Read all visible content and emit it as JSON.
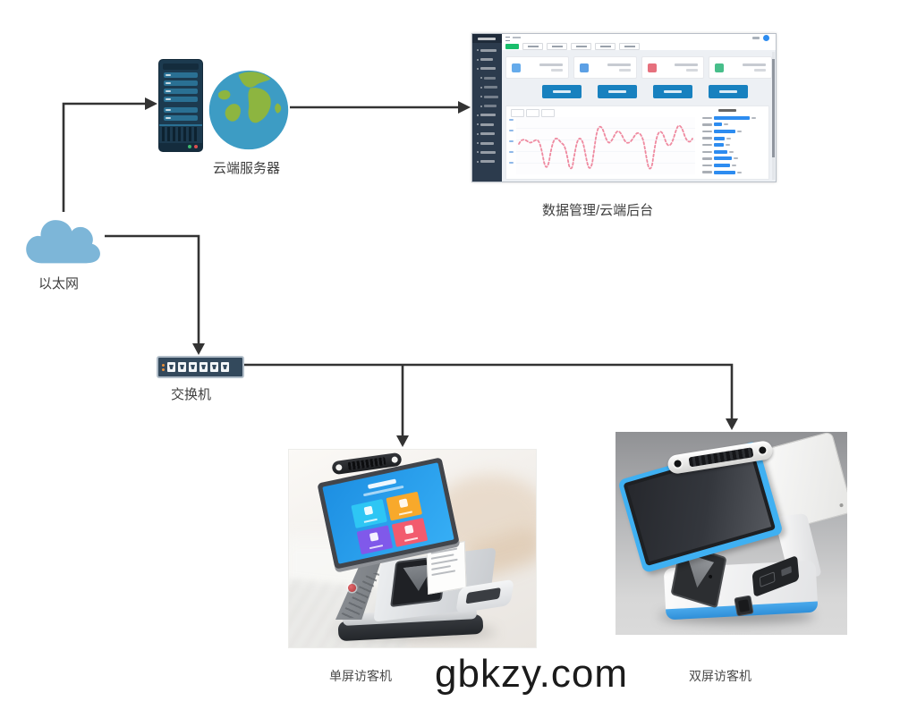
{
  "labels": {
    "cloud_server": "云端服务器",
    "backend": "数据管理/云端后台",
    "ethernet": "以太网",
    "switch": "交换机",
    "single_kiosk": "单屏访客机",
    "dual_kiosk": "双屏访客机"
  },
  "watermark": "gbkzy.com",
  "colors": {
    "line": "#333333",
    "cloud_fill": "#7db6d8",
    "globe_ocean": "#3d9cc4",
    "globe_land": "#8db540",
    "server_body": "#1c3a4f",
    "switch_body": "#33495c",
    "dashboard_accent": "#2d8cf0",
    "dashboard_tab_green": "#19be6b",
    "dashboard_button_blue": "#1881bf",
    "chart_line_pink": "#ef8aa0",
    "kiosk_edge_blue": "#3fb0f2"
  },
  "dashboard_skeleton": {
    "sidebar_item_widths": [
      18,
      14,
      17,
      13,
      15,
      16,
      14,
      17,
      15,
      16,
      15,
      17,
      16
    ],
    "sidebar_sub_rows": [
      3,
      4,
      5,
      6
    ],
    "stat_card_icon_names": [
      "visitor-stat-icon",
      "record-stat-icon",
      "alert-stat-icon",
      "user-stat-icon"
    ],
    "stat_card_icon_colors": [
      "#4a9ce8",
      "#3f8fe0",
      "#e25766",
      "#27b376"
    ],
    "tab_count": 5,
    "action_button_count": 4,
    "bar_row_widths": [
      40,
      9,
      24,
      12,
      11,
      15,
      20,
      18,
      24
    ],
    "ytick_count": 5
  },
  "switch_port_count": 6,
  "kiosk_single_tile_colors": [
    "#2ec6f4",
    "#f8a92b",
    "#8059ea",
    "#f25b6e"
  ]
}
